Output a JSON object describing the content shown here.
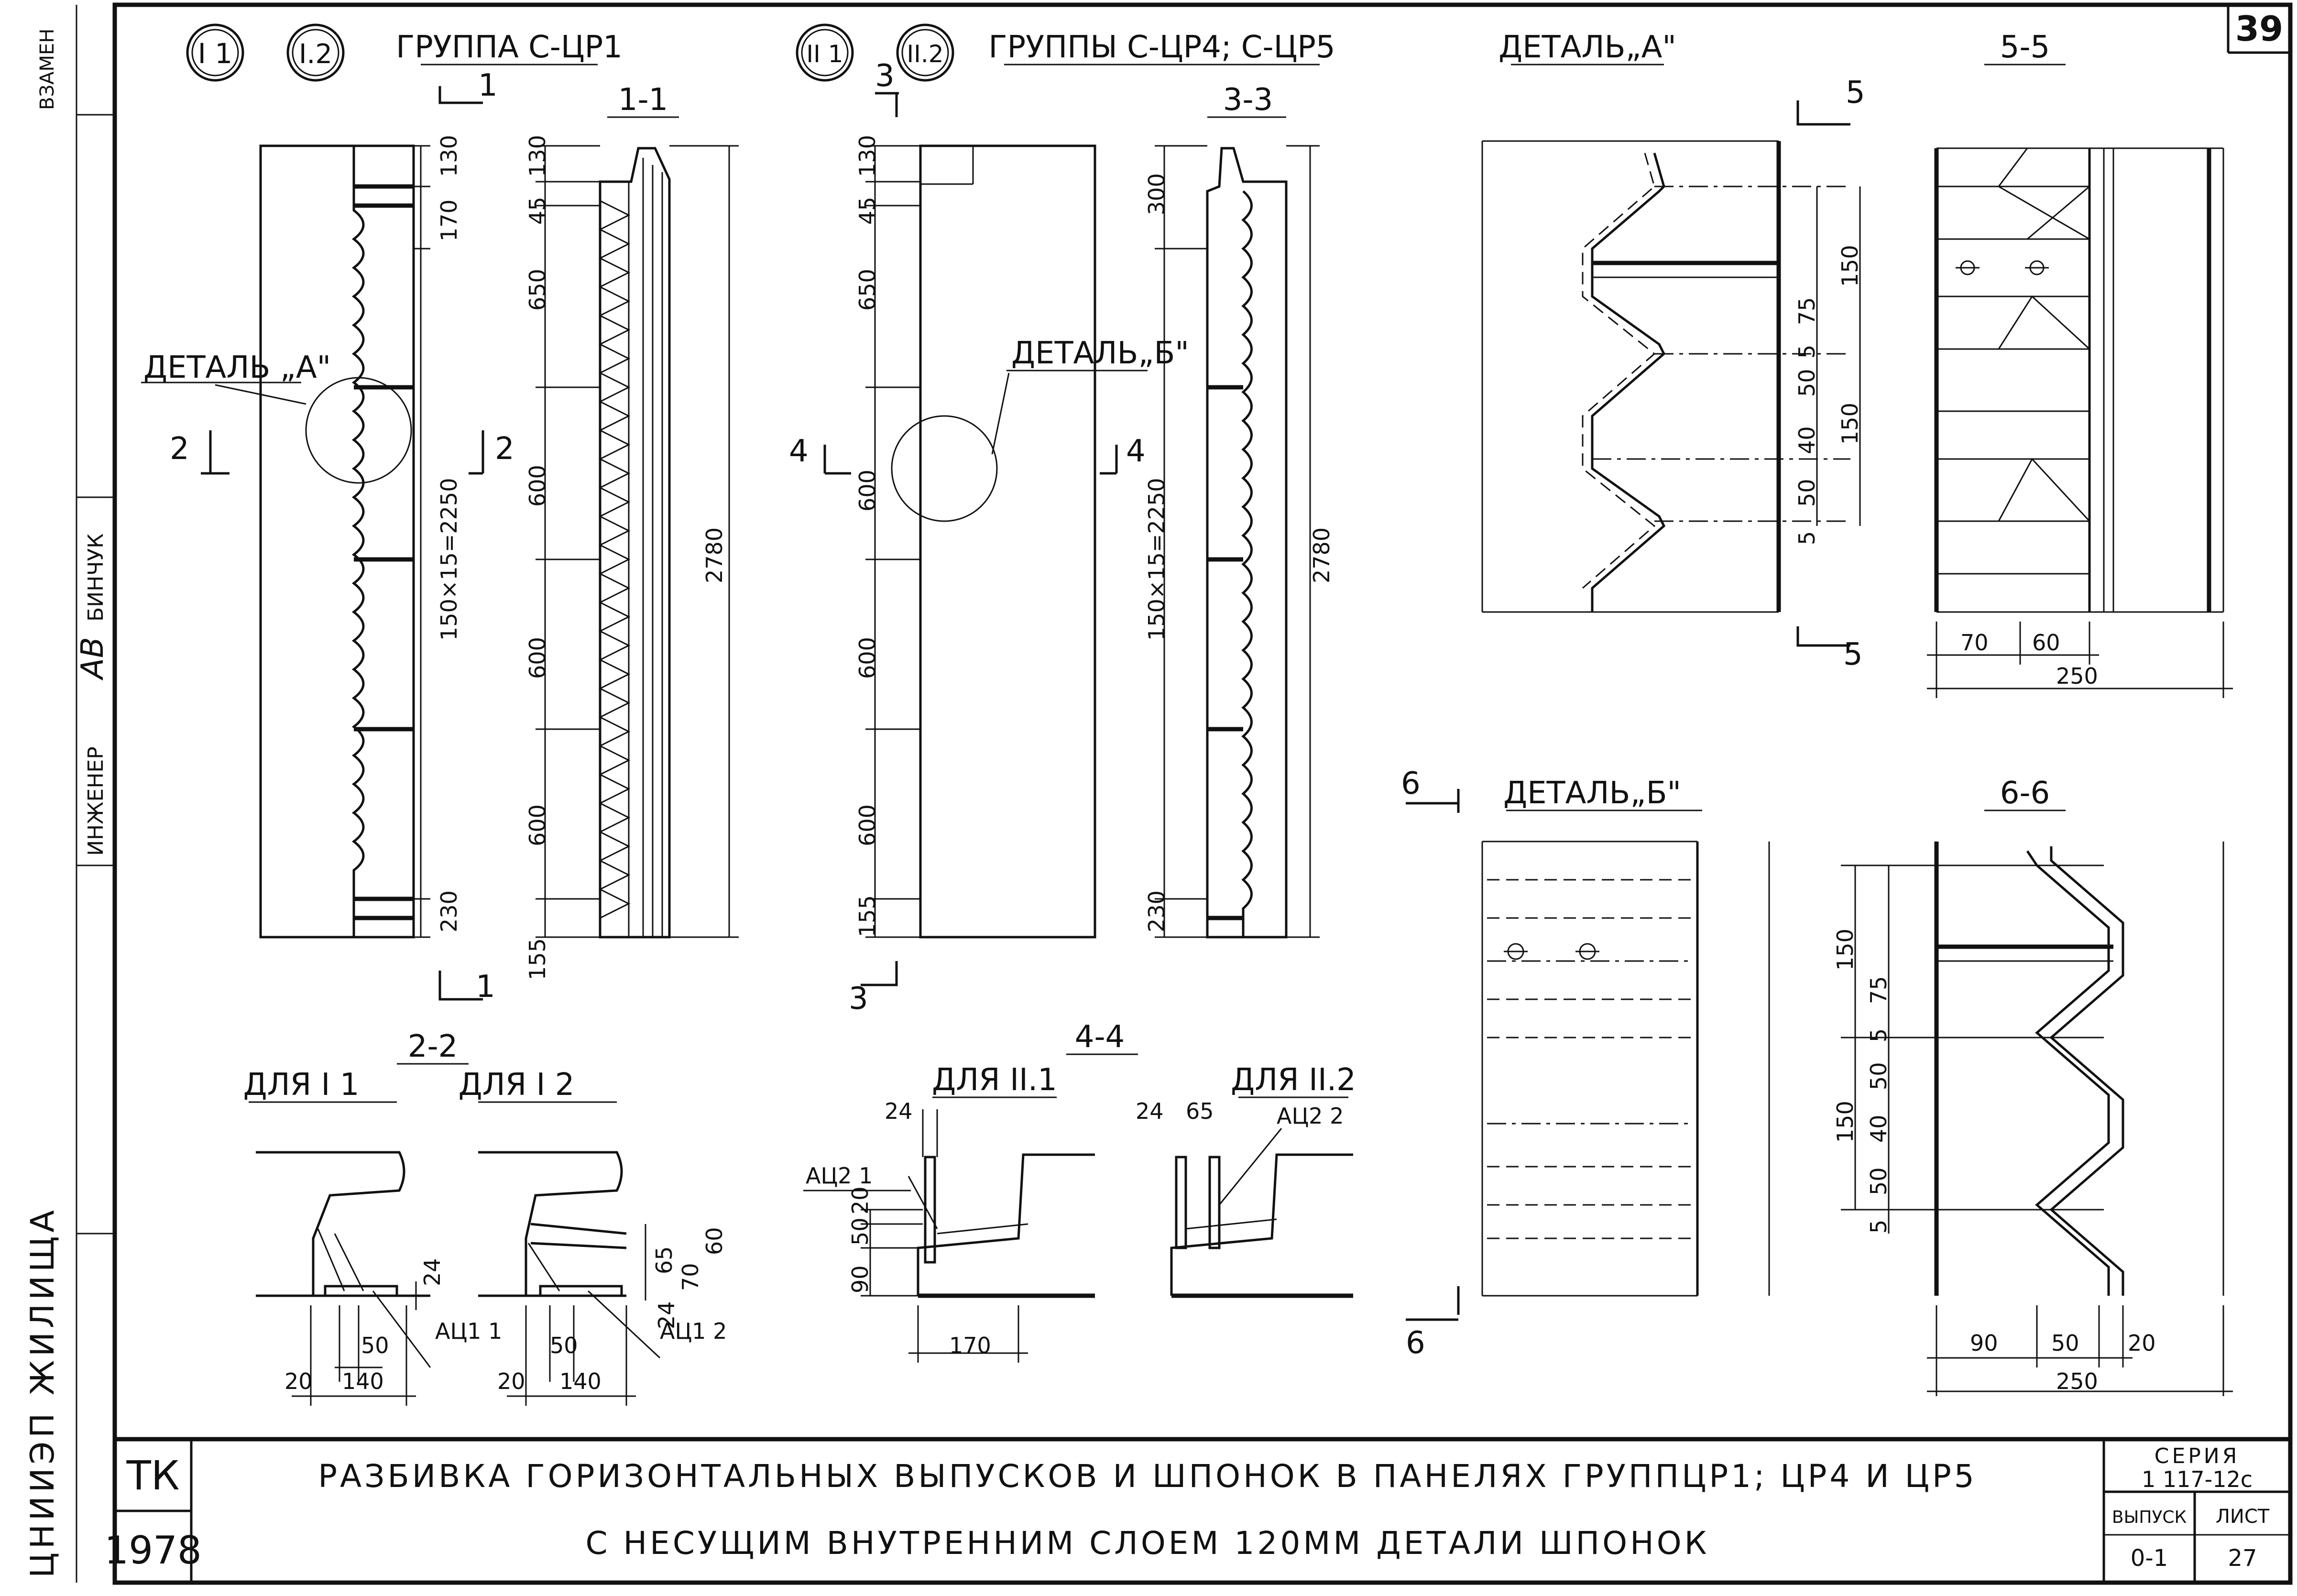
{
  "sheet": {
    "sheet_no": "39",
    "side_labels": {
      "replace": "ВЗАМЕН",
      "engineer": "ИНЖЕНЕР",
      "name": "БИНЧУК",
      "signature": "АВ"
    },
    "side_stamp": "ЦНИИЭП ЖИЛИЩА"
  },
  "title_block": {
    "org": "ТК",
    "year": "1978",
    "title_line1": "РАЗБИВКА ГОРИЗОНТАЛЬНЫХ ВЫПУСКОВ И ШПОНОК В ПАНЕЛЯХ ГРУППЦР1; ЦР4 И ЦР5",
    "title_line2": "С НЕСУЩИМ ВНУТРЕННИМ СЛОЕМ 120ММ ДЕТАЛИ ШПОНОК",
    "series_label": "СЕРИЯ",
    "series_value": "1 117-12с",
    "issue_label": "ВЫПУСК",
    "issue_value": "0-1",
    "sheet_label": "ЛИСТ",
    "sheet_value": "27"
  },
  "group1": {
    "marks": [
      "I 1",
      "I.2"
    ],
    "title": "ГРУППА С-ЦР1",
    "section_title": "1-1",
    "cut_labels": {
      "c1": "1",
      "c2": "2"
    },
    "detail_ref": "ДЕТАЛЬ „А\"",
    "dims_elev": [
      "130",
      "170",
      "150×15=2250",
      "230"
    ],
    "dims_sect": [
      "130",
      "45",
      "650",
      "600",
      "600",
      "600",
      "155",
      "2780"
    ]
  },
  "group2": {
    "marks": [
      "II 1",
      "II.2"
    ],
    "title": "ГРУППЫ С-ЦР4; С-ЦР5",
    "section_title": "3-3",
    "cut_labels": {
      "c3": "3",
      "c4": "4"
    },
    "detail_ref": "ДЕТАЛЬ„Б\"",
    "dims_elev": [
      "130",
      "45",
      "650",
      "600",
      "600",
      "600",
      "155"
    ],
    "dims_sect": [
      "300",
      "150×15=2250",
      "230",
      "2780"
    ]
  },
  "section22": {
    "title": "2-2",
    "left_title": "ДЛЯ I 1",
    "right_title": "ДЛЯ I 2",
    "left_mark": "АЦ1 1",
    "right_mark": "АЦ1 2",
    "dims_left": [
      "24",
      "50",
      "20",
      "140"
    ],
    "dims_right": [
      "60",
      "65",
      "70",
      "24",
      "50",
      "20",
      "140"
    ]
  },
  "section44": {
    "title": "4-4",
    "left_title": "ДЛЯ II.1",
    "right_title": "ДЛЯ II.2",
    "left_mark": "АЦ2 1",
    "right_mark": "АЦ2 2",
    "dims_left": [
      "24",
      "20",
      "50",
      "90",
      "170"
    ],
    "dims_right": [
      "24",
      "65"
    ]
  },
  "detailA": {
    "title": "ДЕТАЛЬ„А\"",
    "cut": "5",
    "dims": [
      "150",
      "75",
      "5",
      "50",
      "150",
      "40",
      "50",
      "5"
    ]
  },
  "section55": {
    "title": "5-5",
    "dims": [
      "70",
      "60",
      "250"
    ]
  },
  "detailB": {
    "title": "ДЕТАЛЬ„Б\"",
    "cut": "6"
  },
  "section66": {
    "title": "6-6",
    "dims": [
      "150",
      "75",
      "5",
      "50",
      "150",
      "40",
      "50",
      "5",
      "90",
      "50",
      "20",
      "250"
    ]
  }
}
